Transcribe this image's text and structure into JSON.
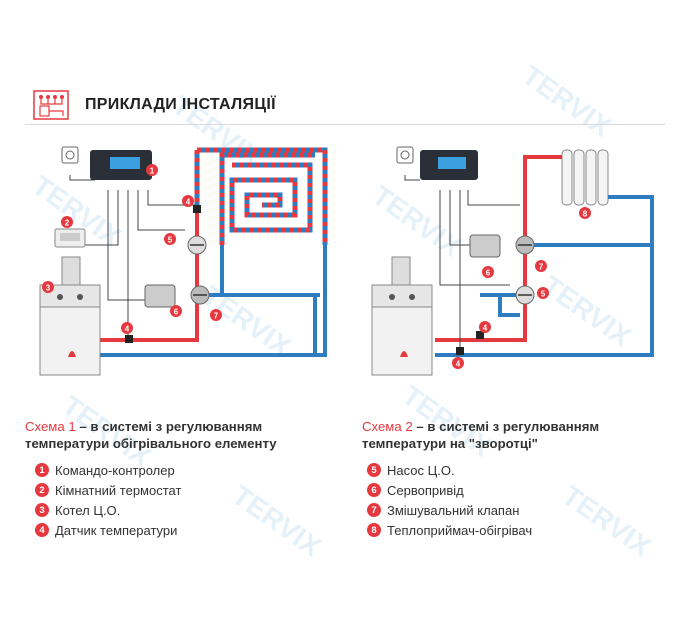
{
  "header": {
    "title": "ПРИКЛАДИ ІНСТАЛЯЦІЇ"
  },
  "watermark": "TERVIX",
  "colors": {
    "accent": "#e5393f",
    "hot_pipe": "#e5393f",
    "cold_pipe": "#2f7cc1",
    "text": "#333333"
  },
  "scheme1": {
    "title_accent": "Схема 1",
    "title_rest": " – в системі з регулюванням",
    "title_line2": "температури обігрівального елементу",
    "markers": [
      "1",
      "2",
      "3",
      "4",
      "4",
      "5",
      "6",
      "7"
    ]
  },
  "scheme2": {
    "title_accent": "Схема 2",
    "title_rest": " – в системі з регулюванням",
    "title_line2": "температури на \"зворотці\"",
    "markers": [
      "4",
      "4",
      "5",
      "6",
      "7",
      "8"
    ]
  },
  "legend_left": [
    {
      "num": "1",
      "label": "Командо-контролер"
    },
    {
      "num": "2",
      "label": "Кімнатний термостат"
    },
    {
      "num": "3",
      "label": "Котел Ц.О."
    },
    {
      "num": "4",
      "label": "Датчик температури"
    }
  ],
  "legend_right": [
    {
      "num": "5",
      "label": "Насос Ц.О."
    },
    {
      "num": "6",
      "label": "Сервопривід"
    },
    {
      "num": "7",
      "label": "Змішувальний клапан"
    },
    {
      "num": "8",
      "label": "Теплоприймач-обігрівач"
    }
  ]
}
